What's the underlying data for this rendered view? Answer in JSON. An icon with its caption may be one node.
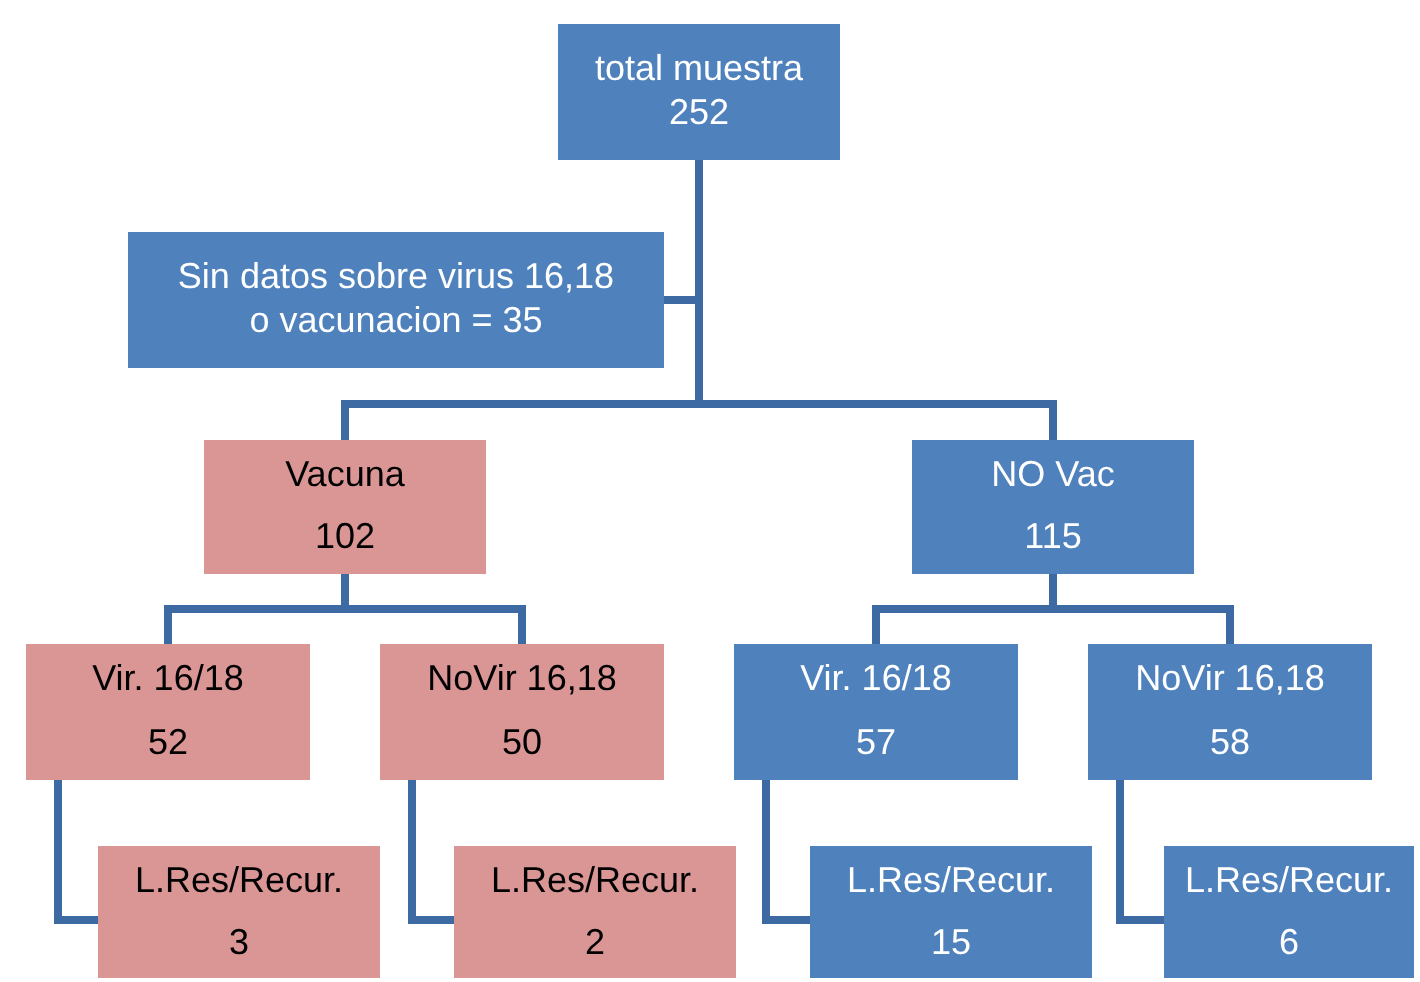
{
  "diagram": {
    "nodes": [
      {
        "text": [
          "total muestra",
          "252"
        ]
      },
      {
        "text": [
          "Sin datos sobre virus 16,18 o vacunacion = 35"
        ]
      },
      {
        "text": [
          "Vacuna",
          "102"
        ]
      },
      {
        "text": [
          "NO Vac",
          "115"
        ]
      },
      {
        "text": [
          "Vir. 16/18",
          "52"
        ]
      },
      {
        "text": [
          "NoVir 16,18",
          "50"
        ]
      },
      {
        "text": [
          "Vir. 16/18",
          "57"
        ]
      },
      {
        "text": [
          "NoVir 16,18",
          "58"
        ]
      },
      {
        "text": [
          "L.Res/Recur.",
          "3"
        ]
      },
      {
        "text": [
          "L.Res/Recur.",
          "2"
        ]
      },
      {
        "text": [
          "L.Res/Recur.",
          "15"
        ]
      },
      {
        "text": [
          "L.Res/Recur.",
          "6"
        ]
      }
    ],
    "edges": [
      {
        "from": 0,
        "to": 1,
        "arrow": "none"
      },
      {
        "from": 0,
        "to": 2,
        "arrow": "none"
      },
      {
        "from": 0,
        "to": 3,
        "arrow": "none"
      },
      {
        "from": 2,
        "to": 4,
        "arrow": "none"
      },
      {
        "from": 2,
        "to": 5,
        "arrow": "none"
      },
      {
        "from": 3,
        "to": 6,
        "arrow": "none"
      },
      {
        "from": 3,
        "to": 7,
        "arrow": "none"
      },
      {
        "from": 4,
        "to": 8,
        "arrow": "none"
      },
      {
        "from": 5,
        "to": 9,
        "arrow": "none"
      },
      {
        "from": 6,
        "to": 10,
        "arrow": "none"
      },
      {
        "from": 7,
        "to": 11,
        "arrow": "none"
      }
    ]
  }
}
